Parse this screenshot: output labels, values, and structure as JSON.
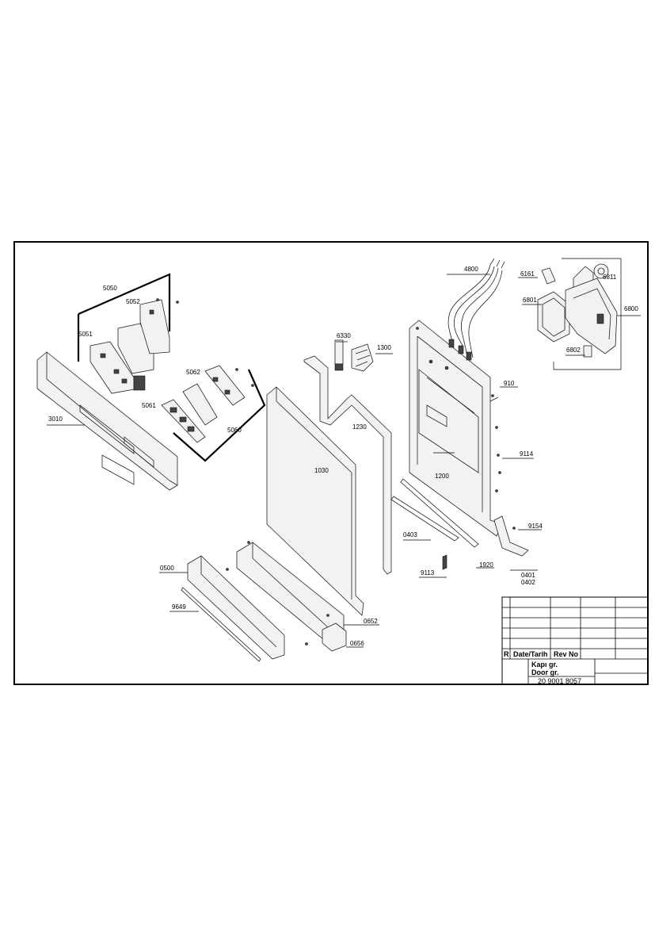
{
  "labels": {
    "p5050": "5050",
    "p5052": "5052",
    "p5051": "5051",
    "p3010": "3010",
    "p5062": "5062",
    "p5061": "5061",
    "p5060": "5060",
    "p6330": "6330",
    "p1300": "1300",
    "p1230": "1230",
    "p1030": "1030",
    "p4800": "4800",
    "p6161": "6161",
    "p6811": "6811",
    "p6801": "6801",
    "p6800": "6800",
    "p6802": "6802",
    "p910": "910",
    "p9114": "9114",
    "p1200": "1200",
    "p9154": "9154",
    "p0403": "0403",
    "p1920": "1920",
    "p9113": "9113",
    "p0401": "0401",
    "p0402": "0402",
    "p0500": "0500",
    "p9649": "9649",
    "p0652": "0652",
    "p0656": "0656"
  },
  "title_block": {
    "rev_letter": "R",
    "date_header": "Date/Tarih",
    "rev_header": "Rev No",
    "name_tr": "Kapı gr.",
    "name_en": "Door gr.",
    "drawing_number": "20 9001 8057"
  }
}
